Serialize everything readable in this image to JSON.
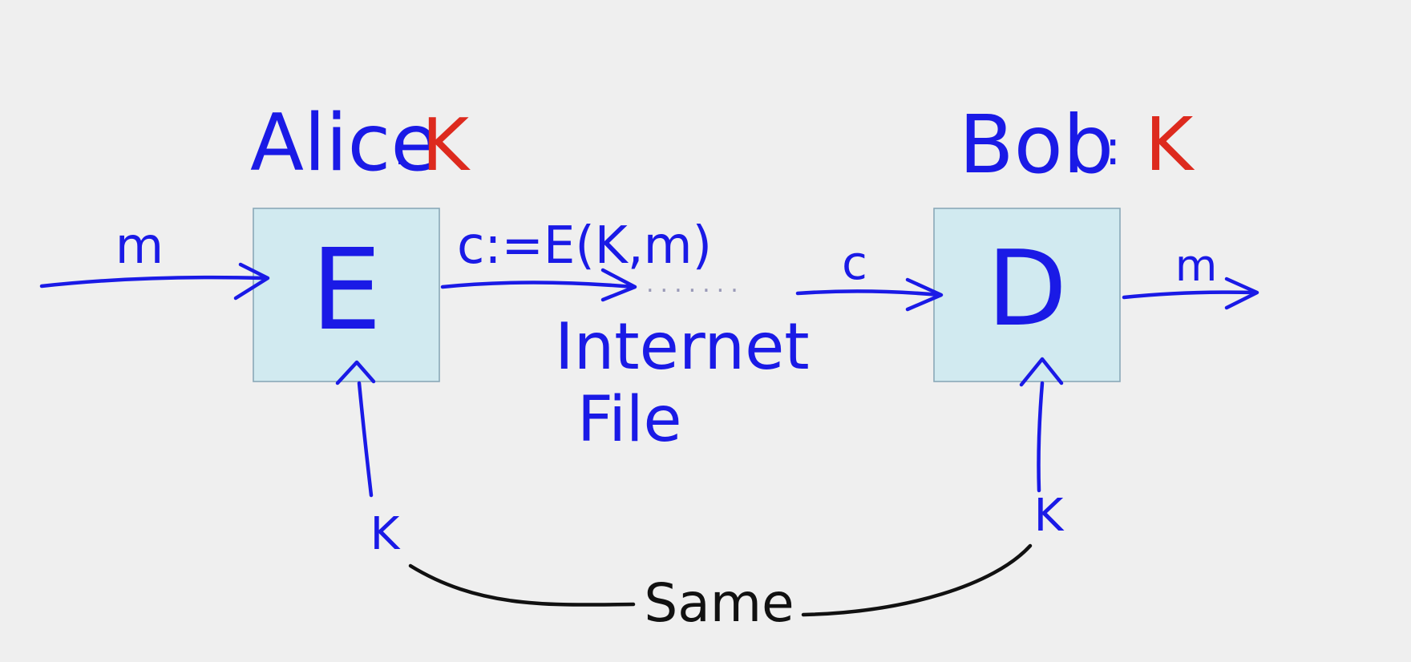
{
  "colors": {
    "background": "#efefef",
    "box_fill": "#d1eaf0",
    "box_border": "#8aa8b8",
    "ink_blue": "#1a1ae6",
    "ink_red": "#dd2a1e",
    "ink_black": "#111111"
  },
  "alice": {
    "name": "Alice",
    "sep": ":",
    "key": "K"
  },
  "bob": {
    "name": "Bob",
    "sep": ":",
    "key": "K"
  },
  "encrypt_box": {
    "label": "E"
  },
  "decrypt_box": {
    "label": "D"
  },
  "message_in": "m",
  "message_out": "m",
  "ciphertext_formula": "c:=E(K,m)",
  "ciphertext_label": "c",
  "channel_dots": ".......",
  "channel_line1": "Internet",
  "channel_line2": "File",
  "key_left": "K",
  "key_right": "K",
  "same_label": "Same"
}
